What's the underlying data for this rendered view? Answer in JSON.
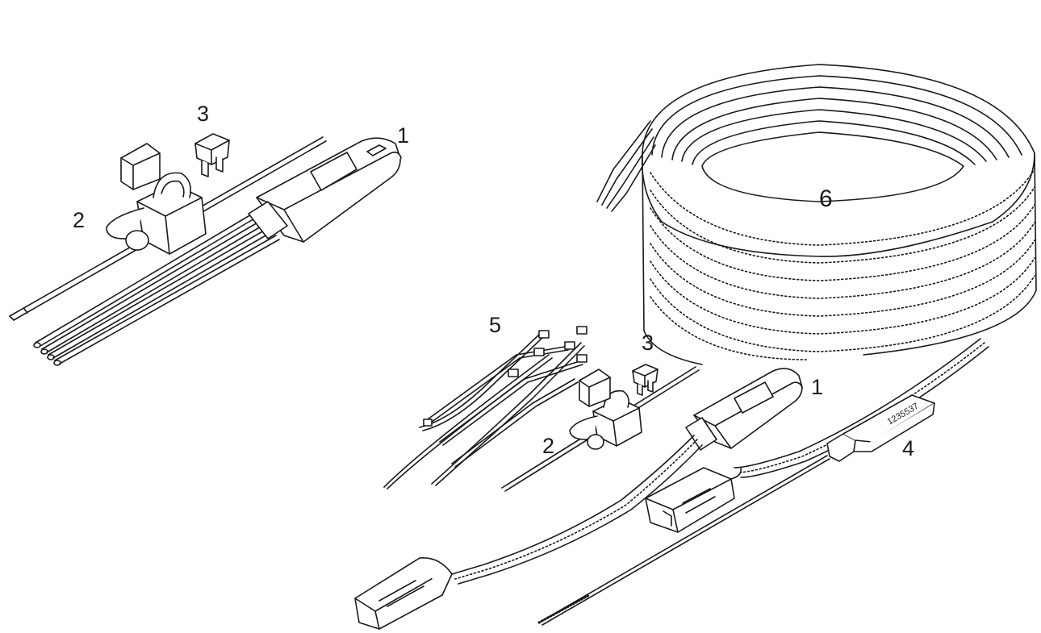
{
  "diagram": {
    "callouts": {
      "kit_a_module": "1",
      "kit_a_fuse_holder": "2",
      "kit_a_fuse": "3",
      "kit_b_module": "1",
      "kit_b_fuse_holder": "2",
      "kit_b_fuse": "3",
      "sensor_tag": "4",
      "cable_ties": "5",
      "coiled_harness": "6"
    },
    "sensor_tag_text": [
      "1235537"
    ]
  }
}
